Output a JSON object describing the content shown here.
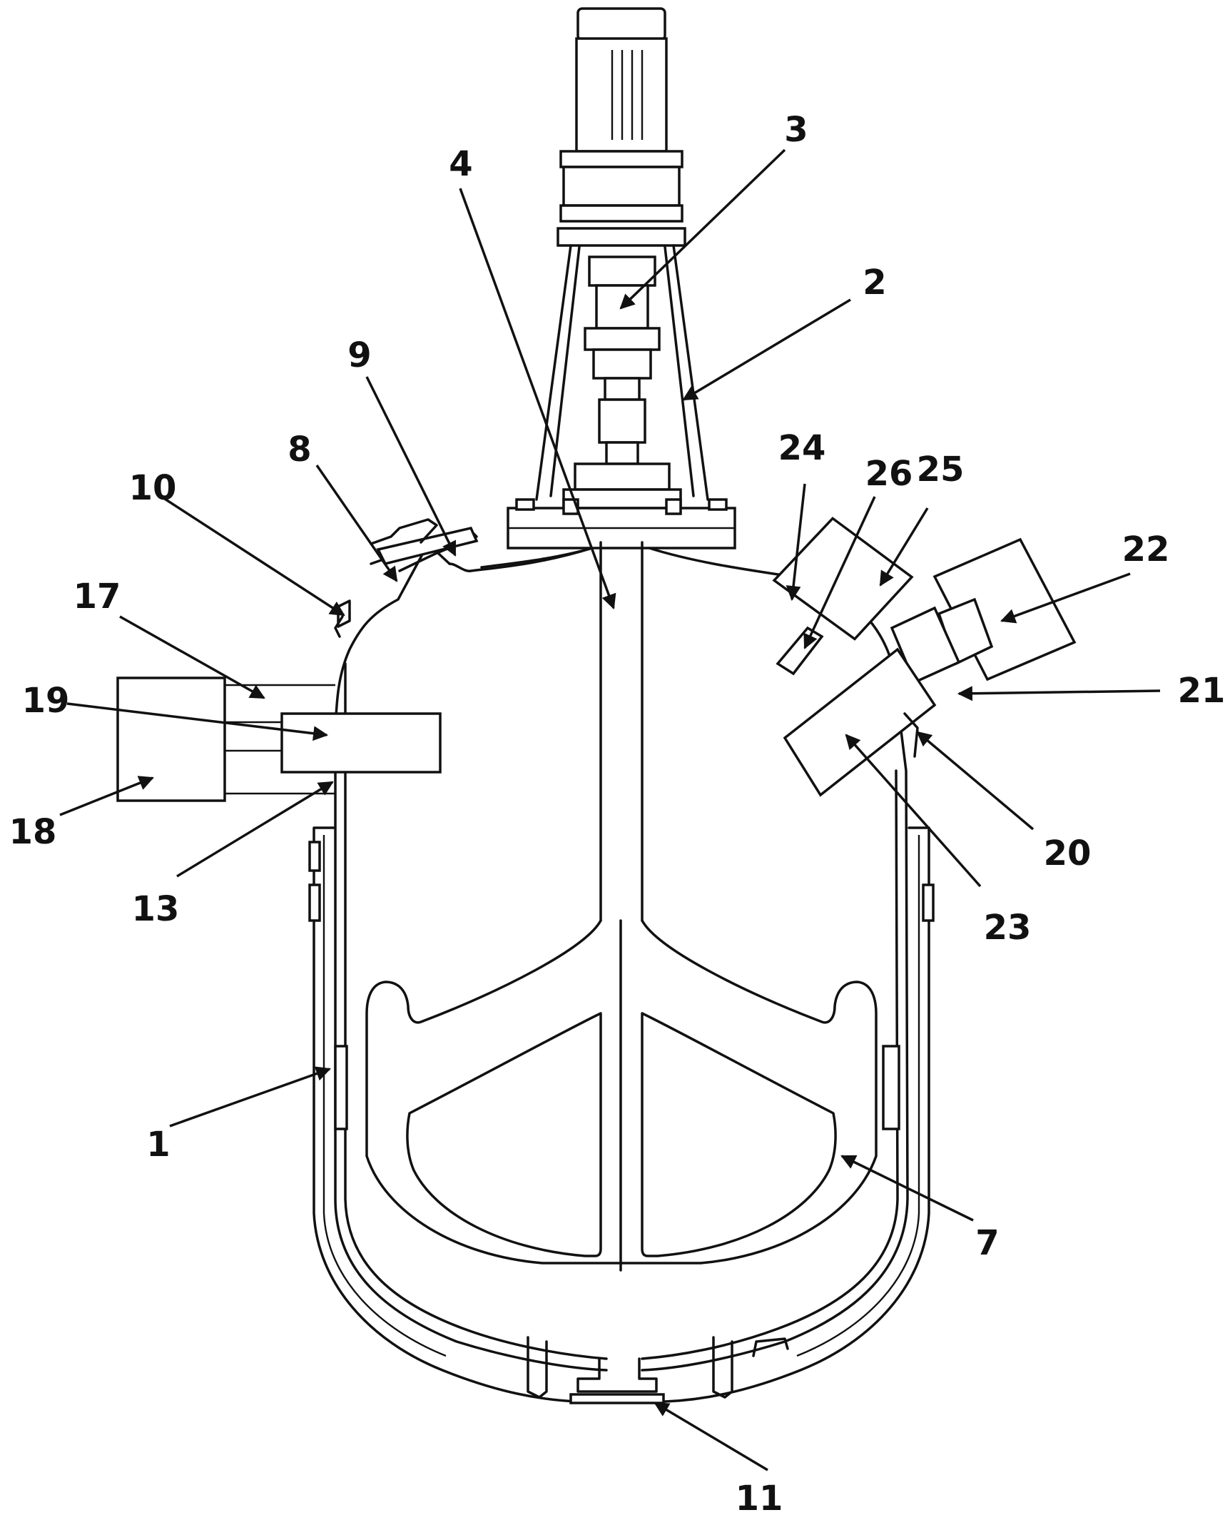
{
  "diagram": {
    "labels": [
      {
        "id": "1",
        "text": "1"
      },
      {
        "id": "2",
        "text": "2"
      },
      {
        "id": "3",
        "text": "3"
      },
      {
        "id": "4",
        "text": "4"
      },
      {
        "id": "7",
        "text": "7"
      },
      {
        "id": "8",
        "text": "8"
      },
      {
        "id": "9",
        "text": "9"
      },
      {
        "id": "10",
        "text": "10"
      },
      {
        "id": "11",
        "text": "11"
      },
      {
        "id": "13",
        "text": "13"
      },
      {
        "id": "17",
        "text": "17"
      },
      {
        "id": "18",
        "text": "18"
      },
      {
        "id": "19",
        "text": "19"
      },
      {
        "id": "20",
        "text": "20"
      },
      {
        "id": "21",
        "text": "21"
      },
      {
        "id": "22",
        "text": "22"
      },
      {
        "id": "23",
        "text": "23"
      },
      {
        "id": "24",
        "text": "24"
      },
      {
        "id": "25",
        "text": "25"
      },
      {
        "id": "26",
        "text": "26"
      }
    ]
  }
}
